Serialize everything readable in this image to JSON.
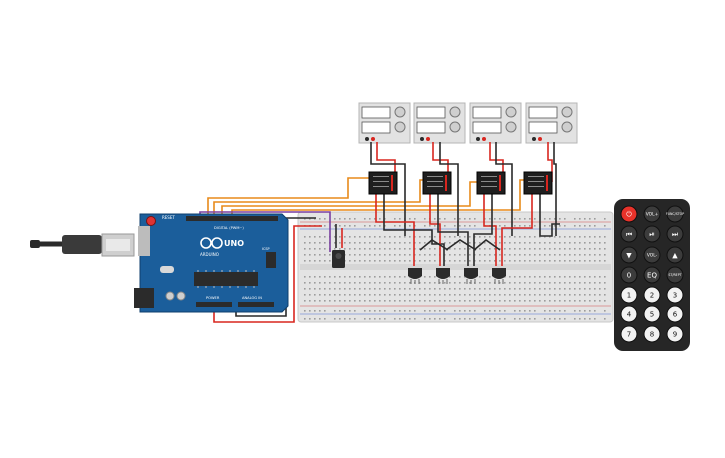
{
  "arduino": {
    "reset_label": "RESET",
    "brand": "ARDUINO",
    "model": "UNO",
    "digital_label": "DIGITAL (PWM~)",
    "power_label": "POWER",
    "analog_label": "ANALOG IN",
    "icsp_label": "ICSP"
  },
  "supplies": [
    {
      "name": "power-supply-1"
    },
    {
      "name": "power-supply-2"
    },
    {
      "name": "power-supply-3"
    },
    {
      "name": "power-supply-4"
    }
  ],
  "relays": [
    {
      "name": "relay-1"
    },
    {
      "name": "relay-2"
    },
    {
      "name": "relay-3"
    },
    {
      "name": "relay-4"
    }
  ],
  "remote": {
    "buttons": [
      {
        "label": "⏻",
        "name": "remote-power-button",
        "color": "#e8322a"
      },
      {
        "label": "VOL+",
        "name": "remote-vol-up-button"
      },
      {
        "label": "FUNC/STOP",
        "name": "remote-func-stop-button"
      },
      {
        "label": "⏮",
        "name": "remote-prev-button"
      },
      {
        "label": "⏯",
        "name": "remote-play-pause-button"
      },
      {
        "label": "⏭",
        "name": "remote-next-button"
      },
      {
        "label": "▼",
        "name": "remote-down-button"
      },
      {
        "label": "VOL-",
        "name": "remote-vol-down-button"
      },
      {
        "label": "▲",
        "name": "remote-up-button"
      },
      {
        "label": "0",
        "name": "remote-0-button"
      },
      {
        "label": "EQ",
        "name": "remote-eq-button"
      },
      {
        "label": "ST/REPT",
        "name": "remote-st-rept-button"
      },
      {
        "label": "1",
        "name": "remote-1-button"
      },
      {
        "label": "2",
        "name": "remote-2-button"
      },
      {
        "label": "3",
        "name": "remote-3-button"
      },
      {
        "label": "4",
        "name": "remote-4-button"
      },
      {
        "label": "5",
        "name": "remote-5-button"
      },
      {
        "label": "6",
        "name": "remote-6-button"
      },
      {
        "label": "7",
        "name": "remote-7-button"
      },
      {
        "label": "8",
        "name": "remote-8-button"
      },
      {
        "label": "9",
        "name": "remote-9-button"
      }
    ]
  },
  "colors": {
    "board": "#1b5e9b",
    "wire_orange": "#e88a1a",
    "wire_red": "#d8261f",
    "wire_black": "#2a2a2a",
    "wire_purple": "#7a3fa0",
    "breadboard": "#e4e4e4"
  }
}
